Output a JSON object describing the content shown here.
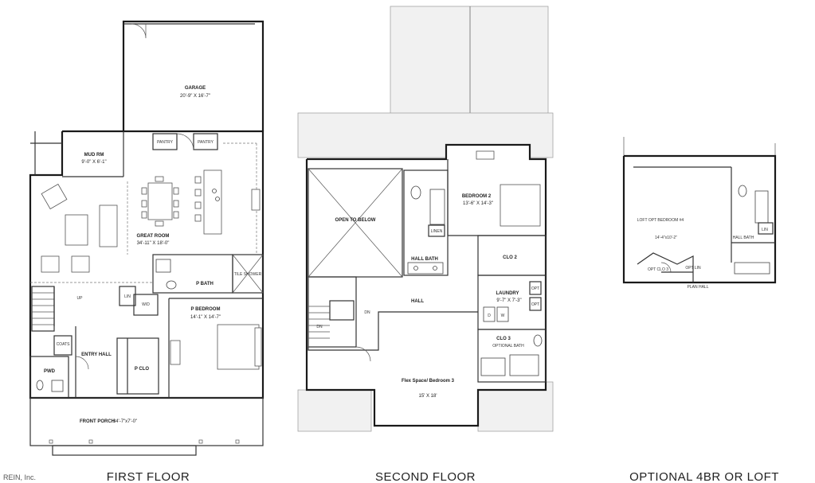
{
  "floors": {
    "first": {
      "caption": "FIRST FLOOR",
      "rooms": {
        "garage": {
          "name": "GARAGE",
          "dim": "20'-9\" X 16'-7\""
        },
        "pantry1": {
          "name": "PANTRY"
        },
        "pantry2": {
          "name": "PANTRY"
        },
        "mudrm": {
          "name": "MUD RM",
          "dim": "9'-0\" X 6'-1\""
        },
        "great": {
          "name": "GREAT ROOM",
          "dim": "34'-11\" X 18'-0\""
        },
        "pbath": {
          "name": "P BATH"
        },
        "shower": {
          "name": "TILE SHOWER"
        },
        "lin": {
          "name": "LIN"
        },
        "wd": {
          "name": "W/D"
        },
        "pbed": {
          "name": "P BEDROOM",
          "dim": "14'-1\" X 14'-7\""
        },
        "up": {
          "name": "UP"
        },
        "coats": {
          "name": "COATS"
        },
        "entry": {
          "name": "ENTRY HALL"
        },
        "pclo": {
          "name": "P CLO"
        },
        "pwd": {
          "name": "PWD"
        },
        "porch": {
          "name": "FRONT PORCH",
          "dim": "34'-7\"x7'-0\""
        }
      }
    },
    "second": {
      "caption": "SECOND FLOOR",
      "rooms": {
        "open": {
          "name": "OPEN TO BELOW"
        },
        "bed2": {
          "name": "BEDROOM 2",
          "dim": "13'-6\" X 14'-3\""
        },
        "linen": {
          "name": "LINEN"
        },
        "hallbath": {
          "name": "HALL BATH"
        },
        "clo2": {
          "name": "CLO 2"
        },
        "hall": {
          "name": "HALL"
        },
        "laundry": {
          "name": "LAUNDRY",
          "dim": "9'-7\" X 7'-3\""
        },
        "opt1": {
          "name": "OPT"
        },
        "opt2": {
          "name": "OPT"
        },
        "d": {
          "name": "D"
        },
        "w": {
          "name": "W"
        },
        "dn1": {
          "name": "DN"
        },
        "dn2": {
          "name": "DN"
        },
        "clo3": {
          "name": "CLO 3"
        },
        "optbath": {
          "name": "OPTIONAL BATH"
        },
        "flex": {
          "name": "Flex Space/ Bedroom 3",
          "dim": "15' X 18'"
        }
      }
    },
    "optional": {
      "caption": "OPTIONAL 4BR OR LOFT",
      "rooms": {
        "loft": {
          "name": "LOFT OPT BEDROOM #4",
          "dim": "14'-4\"x10'-2\""
        },
        "lin": {
          "name": "LIN"
        },
        "hallbath": {
          "name": "HALL BATH"
        },
        "optclo": {
          "name": "OPT CLO 3"
        },
        "optlin": {
          "name": "OPT LIN"
        },
        "plan": {
          "name": "PLAN HALL"
        }
      }
    }
  },
  "watermark": "REIN, Inc."
}
